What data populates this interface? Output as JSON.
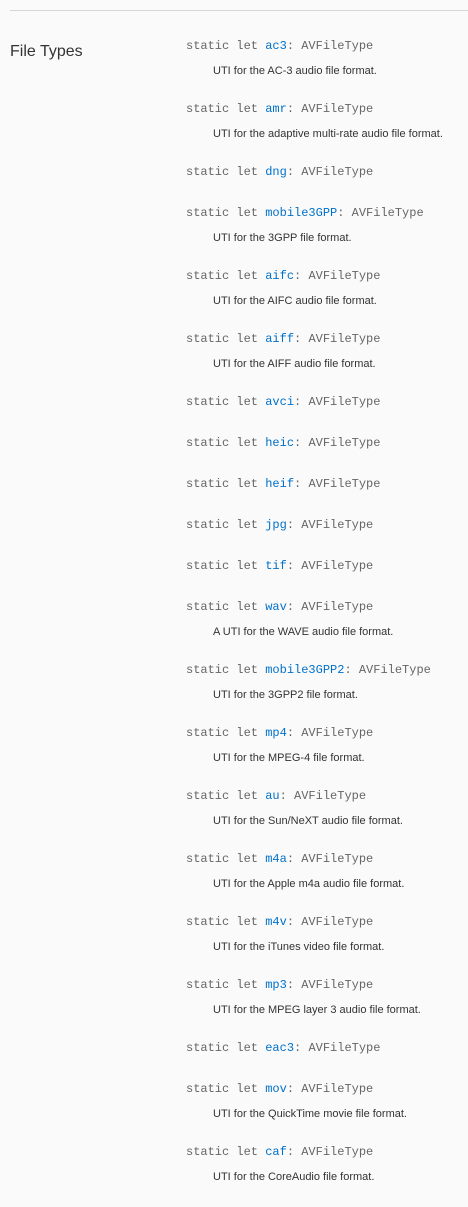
{
  "section": {
    "title": "File Types"
  },
  "symbols": [
    {
      "keyword": "static let",
      "name": "ac3",
      "type": "AVFileType",
      "description": "UTI for the AC-3 audio file format."
    },
    {
      "keyword": "static let",
      "name": "amr",
      "type": "AVFileType",
      "description": "UTI for the adaptive multi-rate audio file format."
    },
    {
      "keyword": "static let",
      "name": "dng",
      "type": "AVFileType",
      "description": ""
    },
    {
      "keyword": "static let",
      "name": "mobile3GPP",
      "type": "AVFileType",
      "description": "UTI for the 3GPP file format."
    },
    {
      "keyword": "static let",
      "name": "aifc",
      "type": "AVFileType",
      "description": "UTI for the AIFC audio file format."
    },
    {
      "keyword": "static let",
      "name": "aiff",
      "type": "AVFileType",
      "description": "UTI for the AIFF audio file format."
    },
    {
      "keyword": "static let",
      "name": "avci",
      "type": "AVFileType",
      "description": ""
    },
    {
      "keyword": "static let",
      "name": "heic",
      "type": "AVFileType",
      "description": ""
    },
    {
      "keyword": "static let",
      "name": "heif",
      "type": "AVFileType",
      "description": ""
    },
    {
      "keyword": "static let",
      "name": "jpg",
      "type": "AVFileType",
      "description": ""
    },
    {
      "keyword": "static let",
      "name": "tif",
      "type": "AVFileType",
      "description": ""
    },
    {
      "keyword": "static let",
      "name": "wav",
      "type": "AVFileType",
      "description": "A UTI for the WAVE audio file format."
    },
    {
      "keyword": "static let",
      "name": "mobile3GPP2",
      "type": "AVFileType",
      "description": "UTI for the 3GPP2 file format."
    },
    {
      "keyword": "static let",
      "name": "mp4",
      "type": "AVFileType",
      "description": "UTI for the MPEG-4 file format."
    },
    {
      "keyword": "static let",
      "name": "au",
      "type": "AVFileType",
      "description": "UTI for the Sun/NeXT audio file format."
    },
    {
      "keyword": "static let",
      "name": "m4a",
      "type": "AVFileType",
      "description": "UTI for the Apple m4a audio file format."
    },
    {
      "keyword": "static let",
      "name": "m4v",
      "type": "AVFileType",
      "description": "UTI for the iTunes video file format."
    },
    {
      "keyword": "static let",
      "name": "mp3",
      "type": "AVFileType",
      "description": "UTI for the MPEG layer 3 audio file format."
    },
    {
      "keyword": "static let",
      "name": "eac3",
      "type": "AVFileType",
      "description": ""
    },
    {
      "keyword": "static let",
      "name": "mov",
      "type": "AVFileType",
      "description": "UTI for the QuickTime movie file format."
    },
    {
      "keyword": "static let",
      "name": "caf",
      "type": "AVFileType",
      "description": "UTI for the CoreAudio file format."
    }
  ],
  "colors": {
    "link": "#0070c9",
    "code": "#666666",
    "text": "#333333",
    "background": "#fafafa"
  }
}
